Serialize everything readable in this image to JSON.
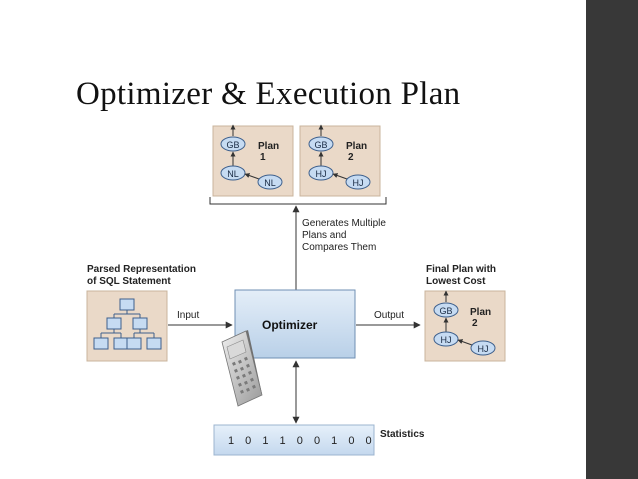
{
  "slide": {
    "title": "Optimizer & Execution Plan"
  },
  "diagram": {
    "plans": [
      {
        "label": [
          "Plan",
          "1"
        ],
        "top_node": "GB",
        "mid_node": "NL",
        "leaf_node": "NL"
      },
      {
        "label": [
          "Plan",
          "2"
        ],
        "top_node": "GB",
        "mid_node": "HJ",
        "leaf_node": "HJ"
      }
    ],
    "generates_caption": [
      "Generates Multiple",
      "Plans and",
      "Compares Them"
    ],
    "parsed_caption": [
      "Parsed Representation",
      "of SQL Statement"
    ],
    "input_label": "Input",
    "optimizer_label": "Optimizer",
    "output_label": "Output",
    "final_caption": [
      "Final Plan with",
      "Lowest Cost"
    ],
    "final_plan": {
      "label": [
        "Plan",
        "2"
      ],
      "top_node": "GB",
      "mid_node": "HJ",
      "leaf_node": "HJ"
    },
    "statistics_label": "Statistics",
    "statistics_bits": [
      "1",
      "0",
      "1",
      "1",
      "0",
      "0",
      "1",
      "0",
      "0"
    ]
  },
  "colors": {
    "plan_box_bg": "#ead9c8",
    "node_fill": "#c6dbf2",
    "node_stroke": "#3d5f8c",
    "optimizer_fill": "#cfe0f1",
    "sidebar": "#383838"
  }
}
